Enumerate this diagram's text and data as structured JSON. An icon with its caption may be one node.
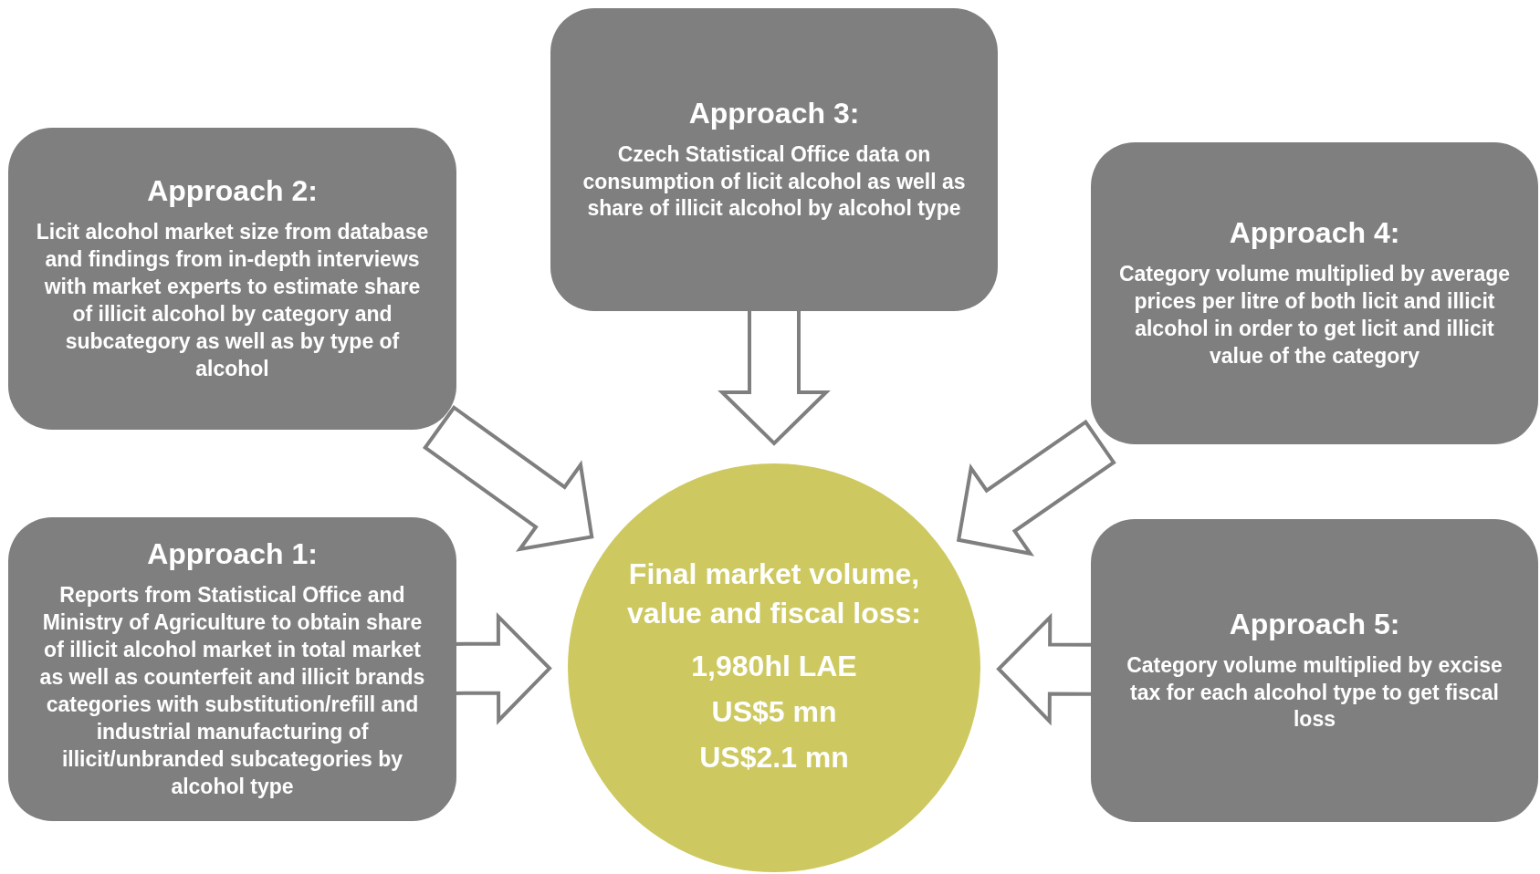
{
  "diagram": {
    "nodes": [
      {
        "text": [
          "Approach 3:",
          "Czech Statistical Office data on consumption of licit alcohol as well as share of illicit alcohol by alcohol type"
        ]
      },
      {
        "text": [
          "Approach 2:",
          "Licit alcohol market size from database and findings from in-depth interviews with market experts to estimate share of illicit alcohol by category and subcategory as well as by type of alcohol"
        ]
      },
      {
        "text": [
          "Approach 4:",
          "Category volume multiplied by average prices per litre of both licit and illicit alcohol in order to get licit and illicit value of the category"
        ]
      },
      {
        "text": [
          "Approach 1:",
          "Reports from Statistical Office and Ministry of Agriculture to obtain share of illicit alcohol market in total market as well as counterfeit and illicit brands categories with substitution/refill and industrial manufacturing of illicit/unbranded subcategories by alcohol type"
        ]
      },
      {
        "text": [
          "Final market volume, value and fiscal loss:",
          "1,980hl LAE",
          "US$5 mn",
          "US$2.1 mn"
        ]
      },
      {
        "text": [
          "Approach 5:",
          "Category volume multiplied by excise tax for each alcohol type to get fiscal loss"
        ]
      }
    ],
    "edges": [
      {
        "from": 0,
        "to": 4,
        "arrow": "to"
      },
      {
        "from": 1,
        "to": 4,
        "arrow": "to"
      },
      {
        "from": 2,
        "to": 4,
        "arrow": "to"
      },
      {
        "from": 3,
        "to": 4,
        "arrow": "to"
      },
      {
        "from": 5,
        "to": 4,
        "arrow": "to"
      }
    ]
  }
}
